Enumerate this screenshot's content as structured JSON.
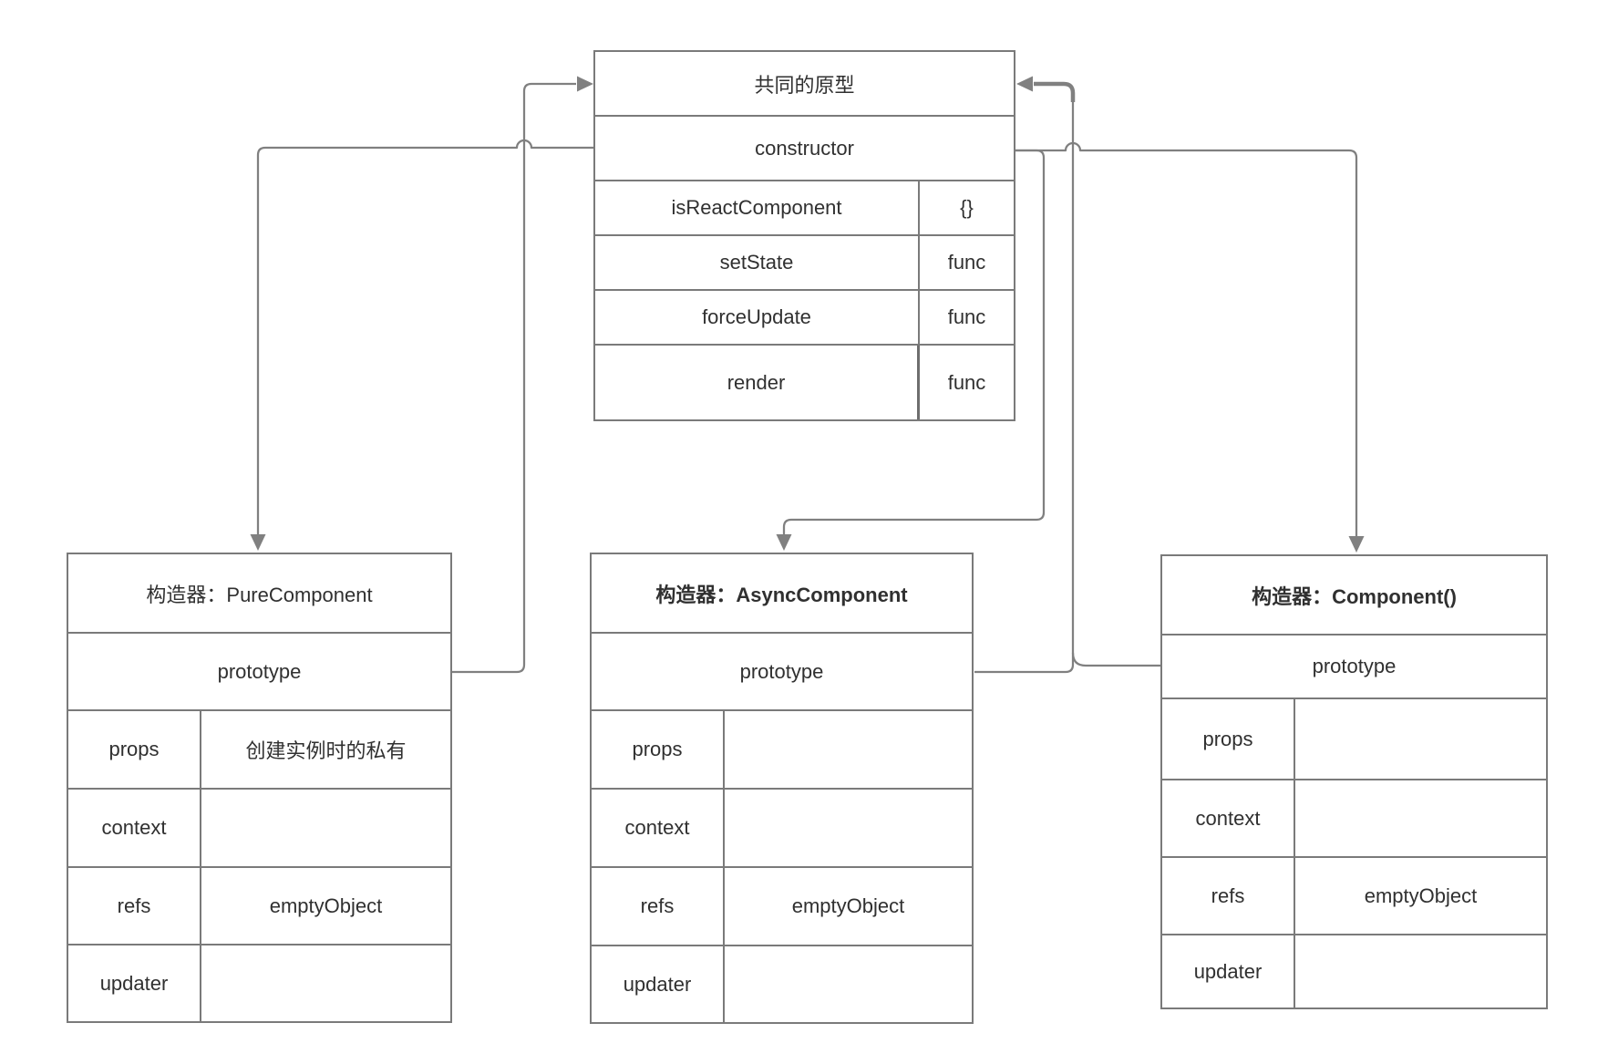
{
  "diagram": {
    "common_prototype": {
      "title": "共同的原型",
      "constructor_label": "constructor",
      "members": [
        {
          "name": "isReactComponent",
          "value": "{}"
        },
        {
          "name": "setState",
          "value": "func"
        },
        {
          "name": "forceUpdate",
          "value": "func"
        },
        {
          "name": "render",
          "value": "func"
        }
      ]
    },
    "constructors": [
      {
        "title": "构造器：PureComponent",
        "prototype_label": "prototype",
        "fields": [
          {
            "name": "props",
            "value": "创建实例时的私有"
          },
          {
            "name": "context",
            "value": ""
          },
          {
            "name": "refs",
            "value": "emptyObject"
          },
          {
            "name": "updater",
            "value": ""
          }
        ]
      },
      {
        "title": "构造器：AsyncComponent",
        "prototype_label": "prototype",
        "fields": [
          {
            "name": "props",
            "value": ""
          },
          {
            "name": "context",
            "value": ""
          },
          {
            "name": "refs",
            "value": "emptyObject"
          },
          {
            "name": "updater",
            "value": ""
          }
        ]
      },
      {
        "title": "构造器：Component()",
        "prototype_label": "prototype",
        "fields": [
          {
            "name": "props",
            "value": ""
          },
          {
            "name": "context",
            "value": ""
          },
          {
            "name": "refs",
            "value": "emptyObject"
          },
          {
            "name": "updater",
            "value": ""
          }
        ]
      }
    ],
    "colors": {
      "connector_line": "#808080",
      "arrowhead_fill": "#808080",
      "table_border": "#7a7a7a",
      "text": "#303030",
      "background": "#ffffff"
    }
  }
}
